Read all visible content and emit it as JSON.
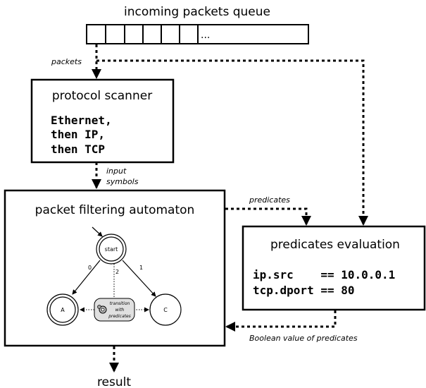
{
  "queue": {
    "title": "incoming packets queue",
    "ellipsis": "..."
  },
  "edges": {
    "packets": "packets",
    "input_symbols": [
      "input",
      "symbols"
    ],
    "predicates": "predicates",
    "boolean": "Boolean value of predicates",
    "result": "result"
  },
  "scanner": {
    "title": "protocol scanner",
    "lines": [
      "Ethernet,",
      "then IP,",
      "then TCP"
    ]
  },
  "automaton": {
    "title": "packet filtering automaton",
    "states": {
      "start": "start",
      "a": "A",
      "c": "C"
    },
    "transitions": {
      "t0": "0",
      "t1": "1",
      "t2": "2"
    },
    "predicate_box": [
      "transition",
      "with",
      "predicates"
    ]
  },
  "evaluation": {
    "title": "predicates evaluation",
    "lines": [
      "ip.src    == 10.0.0.1",
      "tcp.dport == 80"
    ]
  }
}
